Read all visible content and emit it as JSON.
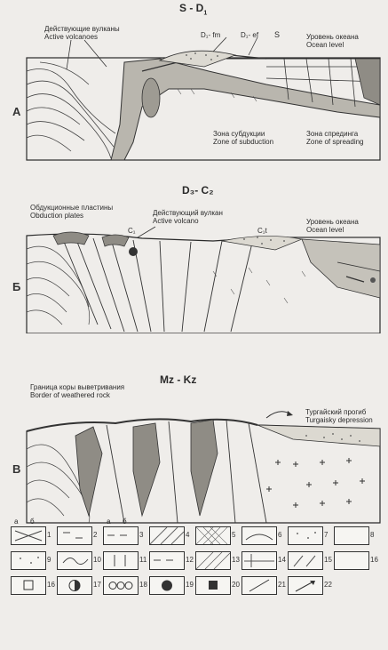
{
  "panels": [
    {
      "letter": "А",
      "period": "S - D",
      "period_sub": "1",
      "labels": {
        "active_volcanoes_ru": "Действующие вулканы",
        "active_volcanoes_en": "Active volcanoes",
        "d1_fm": "D₁- fm",
        "d1_ef": "D₁- ef",
        "s": "S",
        "ocean_level_ru": "Уровень океана",
        "ocean_level_en": "Ocean level",
        "subduction_ru": "Зона субдукции",
        "subduction_en": "Zone of subduction",
        "spreading_ru": "Зона спрединга",
        "spreading_en": "Zone of spreading"
      }
    },
    {
      "letter": "Б",
      "period": "D₃- C₂",
      "labels": {
        "obduction_ru": "Обдукционные пластины",
        "obduction_en": "Obduction plates",
        "c1": "C₁",
        "active_volcano_ru": "Действующий вулкан",
        "active_volcano_en": "Active volcano",
        "c1t": "C₁t",
        "ocean_level_ru": "Уровень океана",
        "ocean_level_en": "Ocean level"
      }
    },
    {
      "letter": "В",
      "period": "Mz - Kz",
      "labels": {
        "weathered_ru": "Граница коры выветривания",
        "weathered_en": "Border of weathered rock",
        "turgai_ru": "Тургайский прогиб",
        "turgai_en": "Turgaisky depression"
      }
    }
  ],
  "legend": {
    "rows": [
      [
        "1",
        "2",
        "3",
        "4",
        "5",
        "6",
        "7",
        "8"
      ],
      [
        "9",
        "10",
        "11",
        "12",
        "13",
        "14",
        "15",
        "16"
      ],
      [
        "16",
        "17",
        "18",
        "19",
        "20",
        "21",
        "22"
      ]
    ],
    "row1_sub_a": "a",
    "row1_sub_b": "б"
  }
}
